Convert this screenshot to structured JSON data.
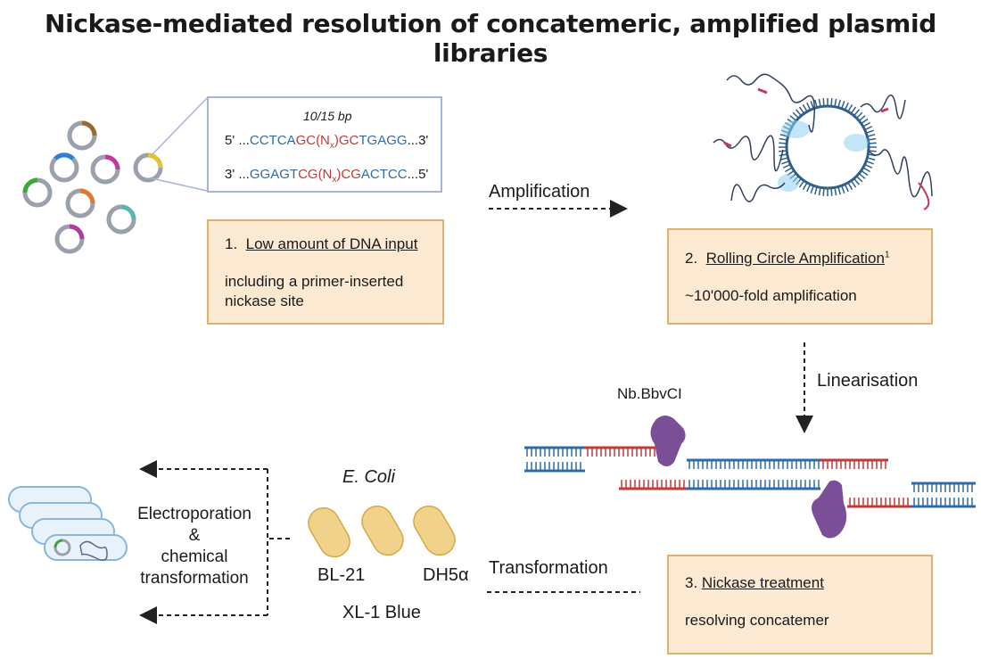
{
  "title": "Nickase-mediated resolution of concatemeric, amplified plasmid libraries",
  "sequence": {
    "gap_label": "10/15  bp",
    "top_prefix": "5' ...",
    "top_blue1": "CCTCA",
    "top_red1": "GC(N",
    "top_sub": "x",
    "top_red2": ")GC",
    "top_blue2": "TGAGG",
    "top_suffix": "...3'",
    "bot_prefix": "3' ...",
    "bot_blue1": "GGAGT",
    "bot_red1": "CG(N",
    "bot_sub": "x",
    "bot_red2": ")CG",
    "bot_blue2": "ACTCC",
    "bot_suffix": "...5'"
  },
  "step1": {
    "number": "1.",
    "title": "Low amount of DNA input",
    "desc_line1": "including a primer-inserted",
    "desc_line2": "nickase site"
  },
  "step2": {
    "number": "2.",
    "title": "Rolling Circle Amplification",
    "superscript": "1",
    "desc": "~10'000-fold  amplification"
  },
  "step3": {
    "number": "3.",
    "title": "Nickase treatment",
    "desc": "resolving concatemer"
  },
  "arrows": {
    "amplification": "Amplification",
    "linearisation": "Linearisation",
    "transformation": "Transformation"
  },
  "enzyme": "Nb.BbvCI",
  "ecoli": {
    "title": "E. Coli",
    "strain1": "BL-21",
    "strain2": "DH5α",
    "strain3": "XL-1 Blue"
  },
  "methods": {
    "line1": "Electroporation",
    "line2": "&",
    "line3": "chemical",
    "line4": "transformation"
  },
  "colors": {
    "blue_strand": "#2f6ba8",
    "red_strand": "#c23a3a",
    "box_fill": "#fbe9d2",
    "box_border": "#e0b070",
    "enzyme": "#7b4f97",
    "bacteria": "#f0d28a"
  }
}
